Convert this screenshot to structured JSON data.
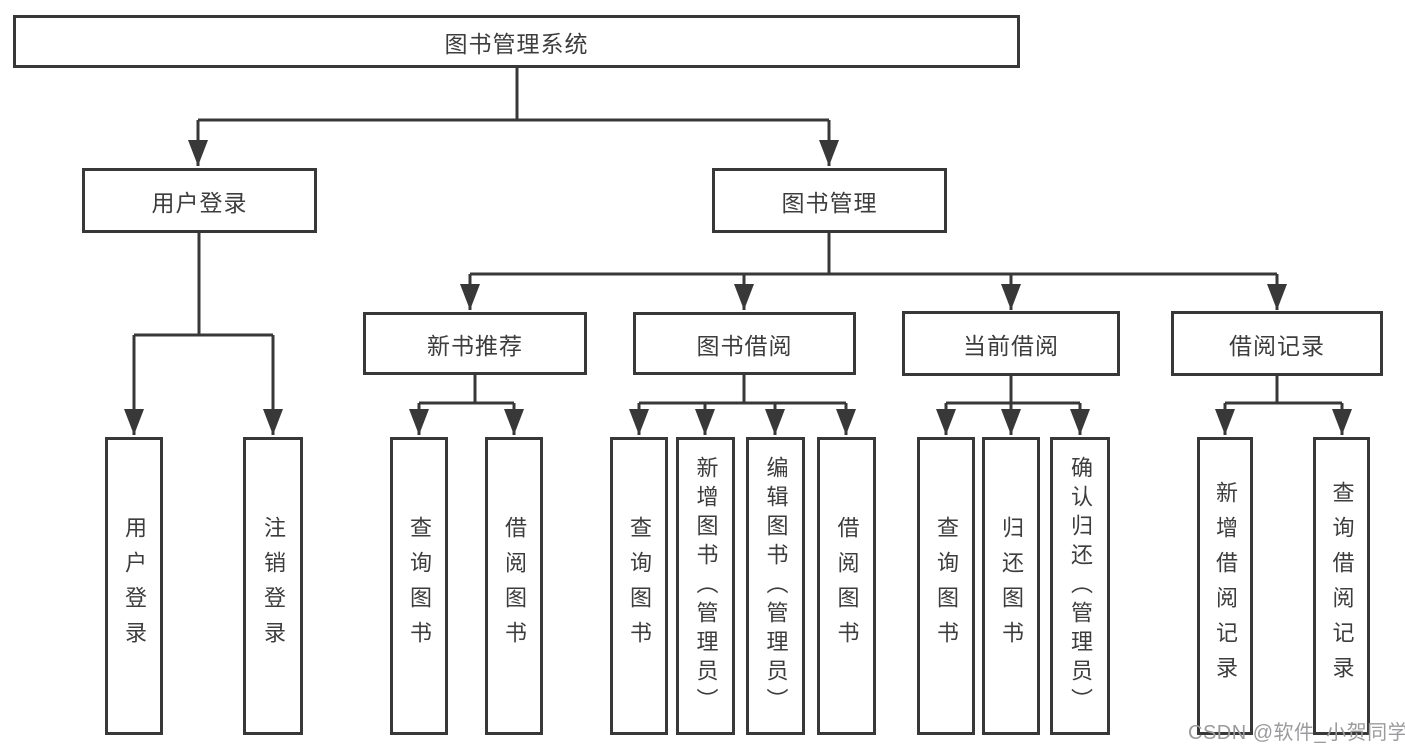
{
  "title": "图书管理系统",
  "tree": {
    "root": "图书管理系统",
    "branches": [
      {
        "label": "用户登录",
        "children": [
          "用户登录",
          "注销登录"
        ]
      },
      {
        "label": "图书管理",
        "groups": [
          {
            "label": "新书推荐",
            "children": [
              "查询图书",
              "借阅图书"
            ]
          },
          {
            "label": "图书借阅",
            "children": [
              "查询图书",
              "新增图书（管理员）",
              "编辑图书（管理员）",
              "借阅图书"
            ]
          },
          {
            "label": "当前借阅",
            "children": [
              "查询图书",
              "归还图书",
              "确认归还（管理员）"
            ]
          },
          {
            "label": "借阅记录",
            "children": [
              "新增借阅记录",
              "查询借阅记录"
            ]
          }
        ]
      }
    ]
  },
  "watermark": "CSDN @软件_小贺同学",
  "colors": {
    "line": "#383838",
    "text": "#3d3d3d",
    "watermark": "#9b9b9e",
    "background": "#ffffff"
  }
}
